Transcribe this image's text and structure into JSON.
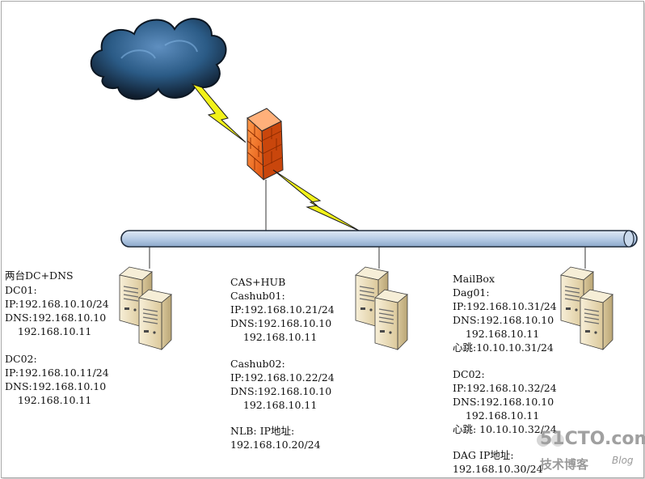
{
  "groups": {
    "dc": {
      "heading": "两台DC+DNS",
      "server1": {
        "name": "DC01:",
        "ip": "IP:192.168.10.10/24",
        "dns": "DNS:192.168.10.10",
        "dns2": "    192.168.10.11"
      },
      "server2": {
        "name": "DC02:",
        "ip": "IP:192.168.10.11/24",
        "dns": "DNS:192.168.10.10",
        "dns2": "    192.168.10.11"
      }
    },
    "cas": {
      "heading": "CAS+HUB",
      "server1": {
        "name": "Cashub01:",
        "ip": "IP:192.168.10.21/24",
        "dns": "DNS:192.168.10.10",
        "dns2": "    192.168.10.11"
      },
      "server2": {
        "name": "Cashub02:",
        "ip": "IP:192.168.10.22/24",
        "dns": "DNS:192.168.10.10",
        "dns2": "    192.168.10.11"
      },
      "nlb_label": "NLB: IP地址:",
      "nlb_ip": "192.168.10.20/24"
    },
    "mailbox": {
      "heading": "MailBox",
      "server1": {
        "name": "Dag01:",
        "ip": "IP:192.168.10.31/24",
        "dns": "DNS:192.168.10.10",
        "dns2": "    192.168.10.11",
        "heartbeat": "心跳:10.10.10.31/24"
      },
      "server2": {
        "name": "DC02:",
        "ip": "IP:192.168.10.32/24",
        "dns": "DNS:192.168.10.10",
        "dns2": "    192.168.10.11",
        "heartbeat": "心跳: 10.10.10.32/24"
      },
      "dag_label": "DAG IP地址:",
      "dag_ip": "192.168.10.30/24"
    }
  },
  "watermark": {
    "site": "51CTO.com",
    "sub": "技术博客",
    "blog": "Blog"
  },
  "colors": {
    "bus_fill": "#b8cde6",
    "bus_stroke": "#1e2a3a",
    "lightning": "#f2f21a",
    "firewall": "#f26a1a",
    "cloud": "#274d72",
    "server": "#efe3c0"
  },
  "icons": [
    "cloud-icon",
    "firewall-icon",
    "lightning-icon",
    "server-icon"
  ]
}
